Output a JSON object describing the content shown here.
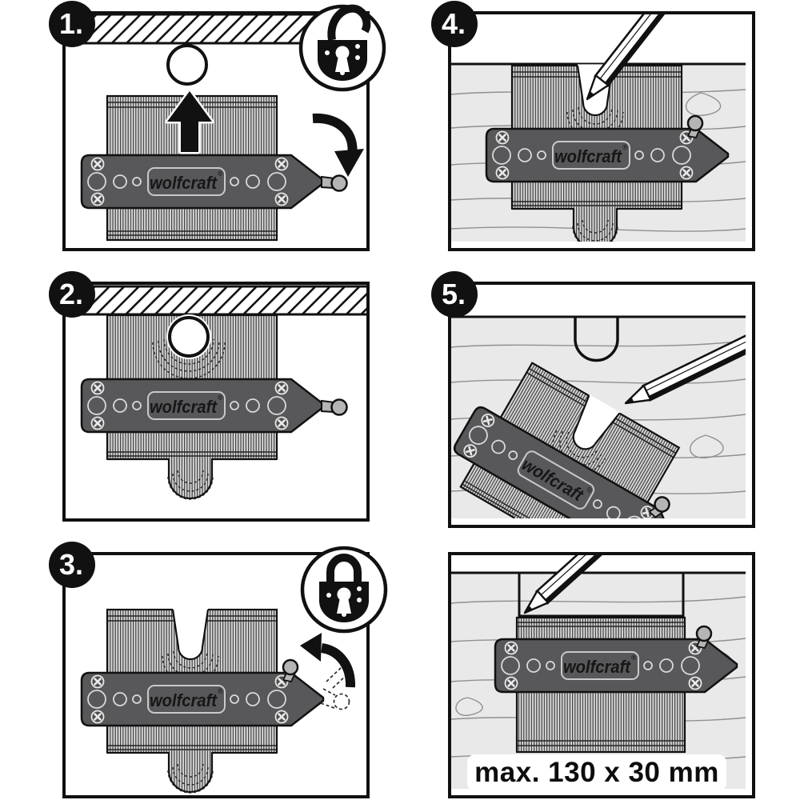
{
  "illustration": {
    "title_semantic": "contour-gauge-instructions",
    "brand": {
      "logo": "wolfcraft",
      "registered": "®"
    },
    "caption": {
      "max_size": "max. 130 x 30 mm"
    },
    "panels": [
      {
        "badge": "1.",
        "icons": [
          "padlock-open-icon",
          "arrow-up-icon",
          "arrow-rotate-cw-icon",
          "ceiling-hatch",
          "pipe-circle",
          "contour-gauge"
        ]
      },
      {
        "badge": "2.",
        "icons": [
          "ceiling-hatch",
          "pipe-circle",
          "contour-gauge"
        ]
      },
      {
        "badge": "3.",
        "icons": [
          "padlock-closed-icon",
          "arrow-rotate-ccw-icon",
          "contour-gauge",
          "ghost-lever-dashed"
        ]
      },
      {
        "badge": "4.",
        "icons": [
          "pencil-icon",
          "wood-board",
          "contour-gauge"
        ]
      },
      {
        "badge": "5.",
        "icons": [
          "pencil-icon",
          "wood-board",
          "traced-contour",
          "contour-gauge"
        ]
      },
      {
        "badge": "",
        "icons": [
          "pencil-icon",
          "wood-board",
          "traced-rectangle",
          "contour-gauge"
        ]
      }
    ],
    "colors": {
      "outline": "#111111",
      "gauge_body": "#58585b",
      "pins_light": "#d8d8d8",
      "pins_dark": "#3f3f3f",
      "wood": "#e9e9e9",
      "grain": "#909090",
      "lever": "#b5b5b5",
      "badge_bg": "#111111",
      "badge_text": "#ffffff"
    }
  }
}
